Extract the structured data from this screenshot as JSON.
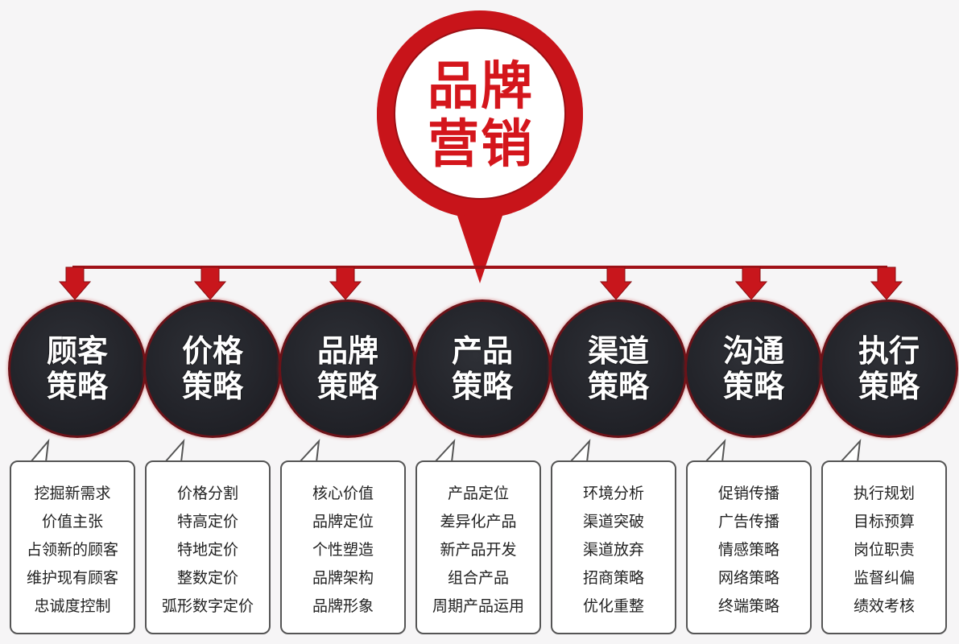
{
  "title": {
    "line1": "品牌",
    "line2": "营销"
  },
  "colors": {
    "accent_red": "#d4161c",
    "node_fill": "#25262b",
    "background": "#f6f5f6",
    "box_border": "#555555"
  },
  "strategies": [
    {
      "line1": "顾客",
      "line2": "策略",
      "items": [
        "挖掘新需求",
        "价值主张",
        "占领新的顾客",
        "维护现有顾客",
        "忠诚度控制"
      ]
    },
    {
      "line1": "价格",
      "line2": "策略",
      "items": [
        "价格分割",
        "特高定价",
        "特地定价",
        "整数定价",
        "弧形数字定价"
      ]
    },
    {
      "line1": "品牌",
      "line2": "策略",
      "items": [
        "核心价值",
        "品牌定位",
        "个性塑造",
        "品牌架构",
        "品牌形象"
      ]
    },
    {
      "line1": "产品",
      "line2": "策略",
      "items": [
        "产品定位",
        "差异化产品",
        "新产品开发",
        "组合产品",
        "周期产品运用"
      ]
    },
    {
      "line1": "渠道",
      "line2": "策略",
      "items": [
        "环境分析",
        "渠道突破",
        "渠道放弃",
        "招商策略",
        "优化重整"
      ]
    },
    {
      "line1": "沟通",
      "line2": "策略",
      "items": [
        "促销传播",
        "广告传播",
        "情感策略",
        "网络策略",
        "终端策略"
      ]
    },
    {
      "line1": "执行",
      "line2": "策略",
      "items": [
        "执行规划",
        "目标预算",
        "岗位职责",
        "监督纠偏",
        "绩效考核"
      ]
    }
  ]
}
